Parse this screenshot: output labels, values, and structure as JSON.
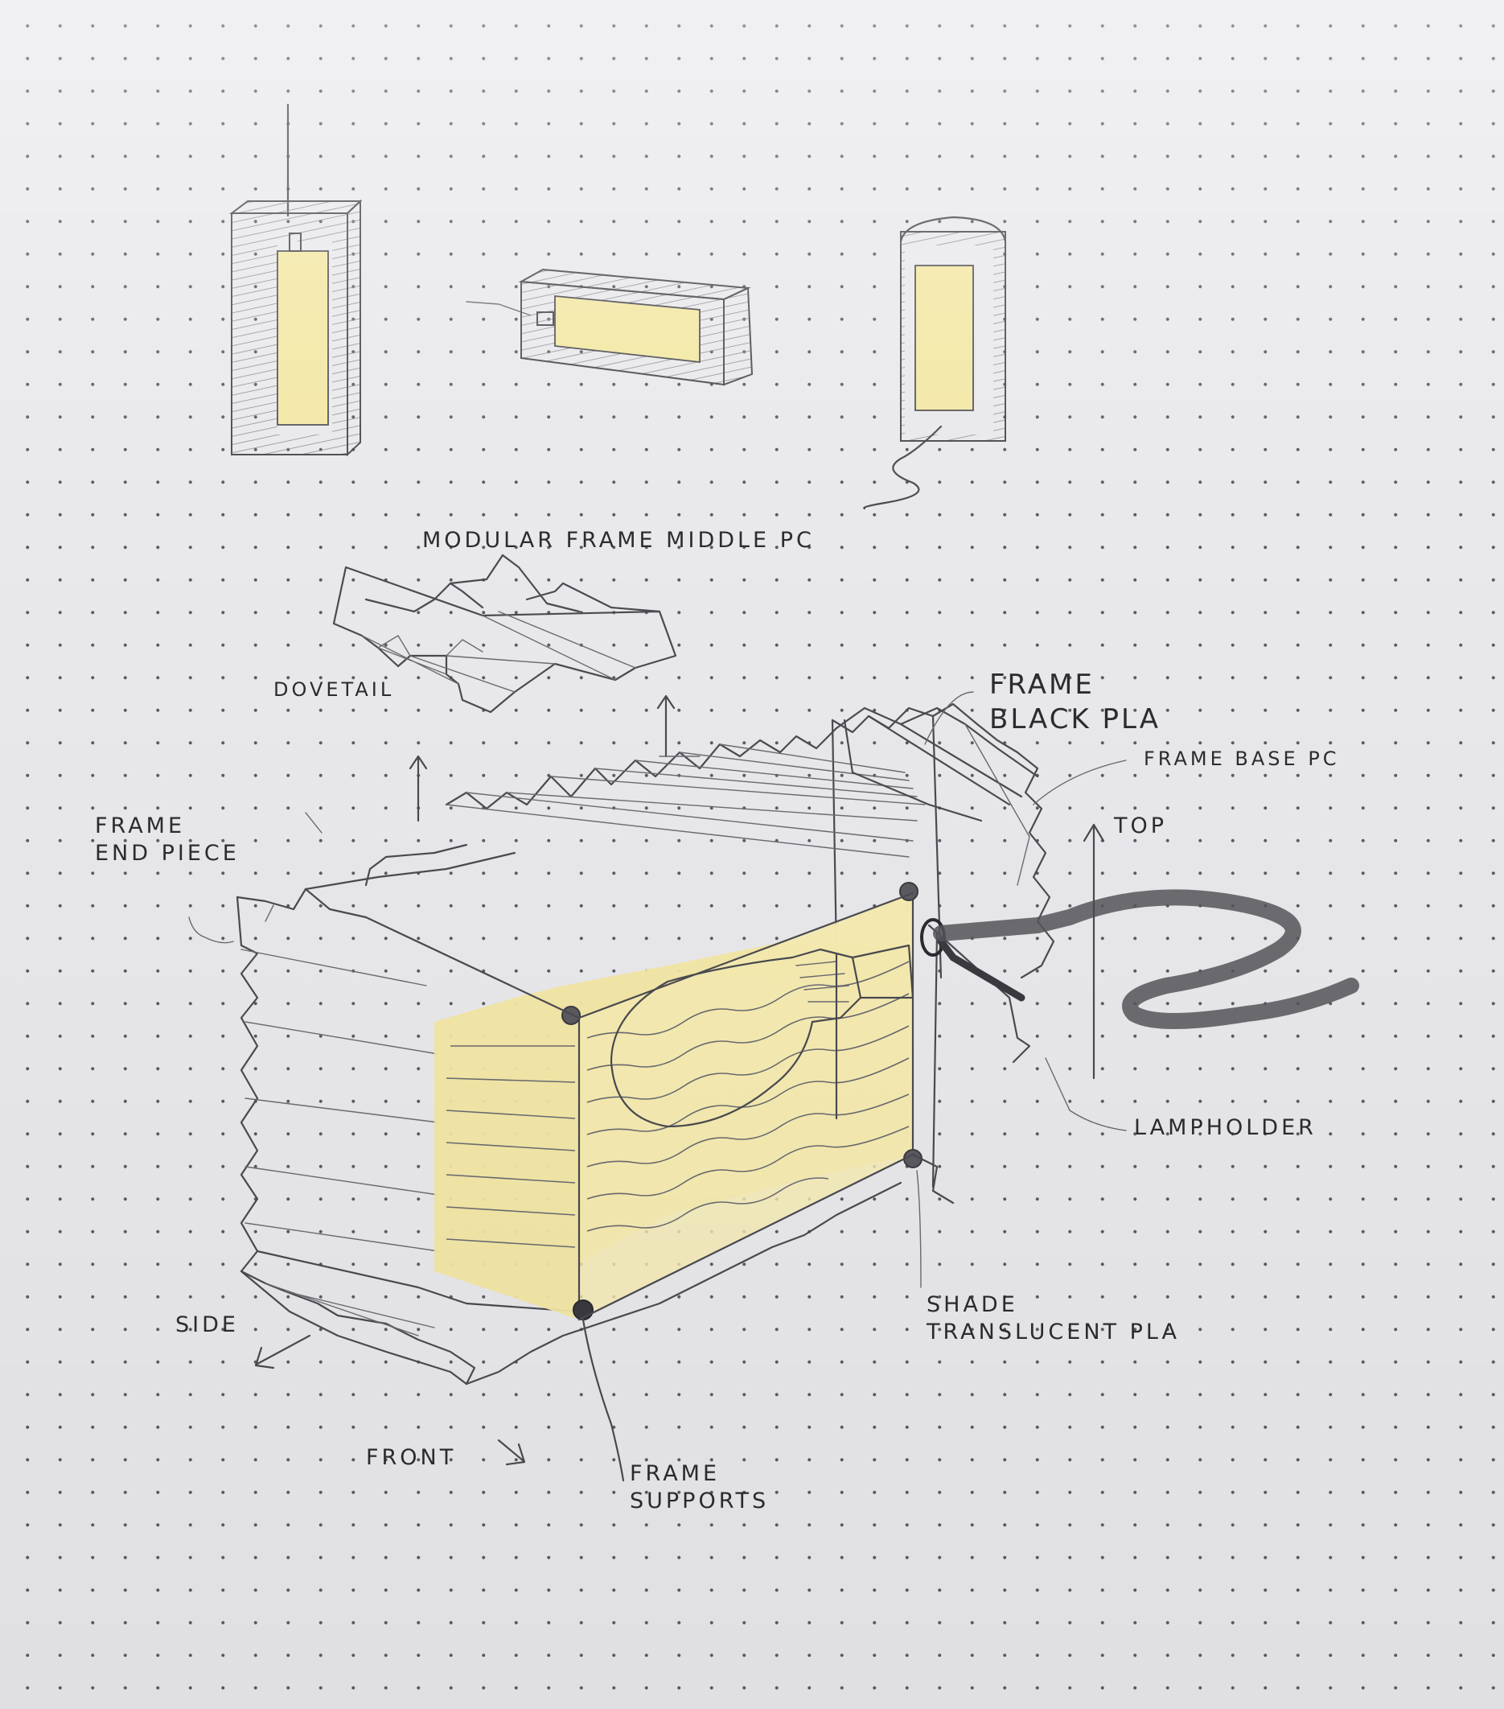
{
  "labels": {
    "modular_frame": "MODULAR FRAME MIDDLE PC",
    "dovetail": "DOVETAIL",
    "frame_black": "FRAME\nBLACK PLA",
    "frame_base": "FRAME BASE PC",
    "top": "TOP",
    "frame_end": "FRAME\nEND PIECE",
    "lampholder": "LAMPHOLDER",
    "shade": "SHADE\nTRANSLUCENT PLA",
    "side": "SIDE",
    "front": "FRONT",
    "frame_supports": "FRAME\nSUPPORTS"
  },
  "colors": {
    "paper": "#e9e9ec",
    "graphite": "#4a4a50",
    "shade_yellow": "#f3e7a4",
    "cord": "#55555a"
  }
}
